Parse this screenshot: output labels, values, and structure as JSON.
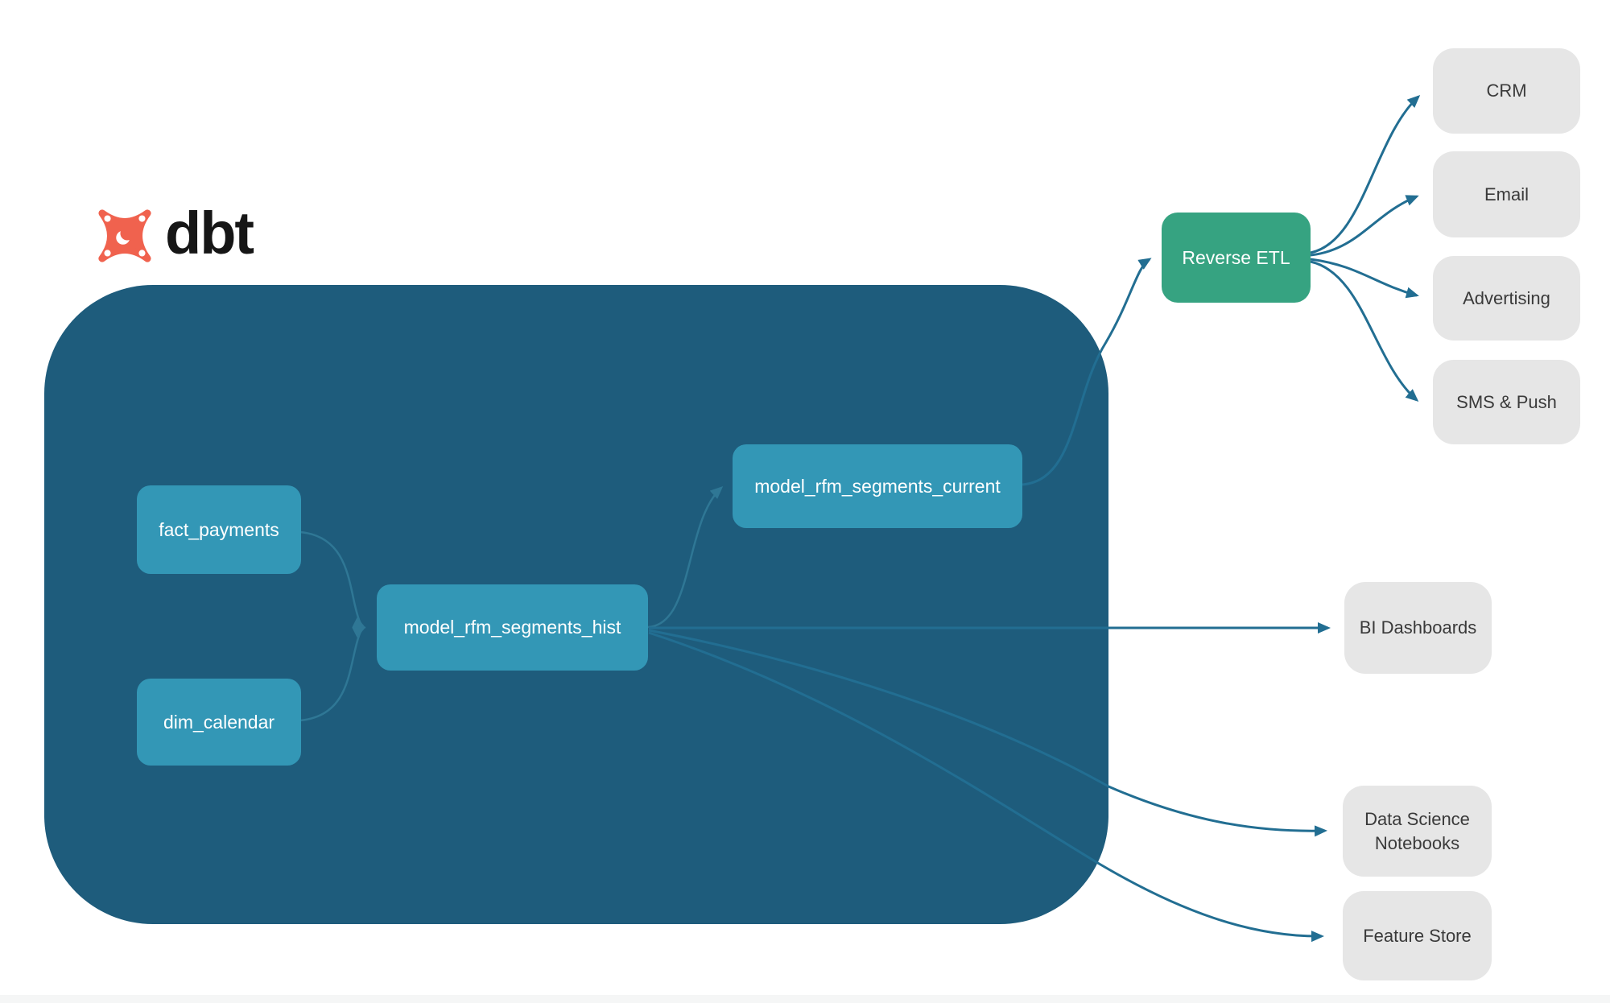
{
  "logo": {
    "brand_text": "dbt",
    "icon": "dbt-star-icon"
  },
  "colors": {
    "warehouse_container": "#1E5C7C",
    "model_node": "#3397B6",
    "reverse_etl_node": "#36A381",
    "destination_node": "#E6E6E6",
    "edge_outer": "#226E92",
    "edge_inner": "#2F7795",
    "logo_orange": "#F0624E",
    "model_text": "#FFFFFF",
    "destination_text": "#3A3A3A"
  },
  "diagram": {
    "warehouse_nodes": [
      {
        "id": "fact_payments",
        "label": "fact_payments"
      },
      {
        "id": "dim_calendar",
        "label": "dim_calendar"
      },
      {
        "id": "model_rfm_segments_hist",
        "label": "model_rfm_segments_hist"
      },
      {
        "id": "model_rfm_segments_current",
        "label": "model_rfm_segments_current"
      }
    ],
    "sync_node": {
      "id": "reverse_etl",
      "label": "Reverse ETL"
    },
    "destinations": [
      {
        "id": "crm",
        "label": "CRM"
      },
      {
        "id": "email",
        "label": "Email"
      },
      {
        "id": "advertising",
        "label": "Advertising"
      },
      {
        "id": "sms_push",
        "label": "SMS & Push"
      },
      {
        "id": "bi_dashboards",
        "label": "BI Dashboards"
      },
      {
        "id": "data_science_notebooks",
        "label": "Data Science Notebooks"
      },
      {
        "id": "feature_store",
        "label": "Feature Store"
      }
    ],
    "edges": [
      {
        "from": "fact_payments",
        "to": "model_rfm_segments_hist"
      },
      {
        "from": "dim_calendar",
        "to": "model_rfm_segments_hist"
      },
      {
        "from": "model_rfm_segments_hist",
        "to": "model_rfm_segments_current"
      },
      {
        "from": "model_rfm_segments_hist",
        "to": "bi_dashboards"
      },
      {
        "from": "model_rfm_segments_hist",
        "to": "data_science_notebooks"
      },
      {
        "from": "model_rfm_segments_hist",
        "to": "feature_store"
      },
      {
        "from": "model_rfm_segments_current",
        "to": "reverse_etl"
      },
      {
        "from": "reverse_etl",
        "to": "crm"
      },
      {
        "from": "reverse_etl",
        "to": "email"
      },
      {
        "from": "reverse_etl",
        "to": "advertising"
      },
      {
        "from": "reverse_etl",
        "to": "sms_push"
      }
    ]
  }
}
